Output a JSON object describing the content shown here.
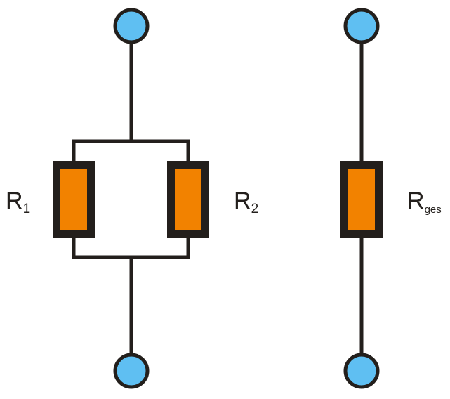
{
  "diagram": {
    "type": "resistor-circuit",
    "colors": {
      "wire": "#231f1c",
      "terminal_fill": "#5fbff2",
      "resistor_body": "#f28200"
    },
    "parallel_circuit": {
      "resistors": [
        {
          "id": "R1",
          "label_main": "R",
          "label_sub": "1"
        },
        {
          "id": "R2",
          "label_main": "R",
          "label_sub": "2"
        }
      ],
      "terminals": [
        "top",
        "bottom"
      ]
    },
    "equivalent_circuit": {
      "resistor": {
        "id": "Rges",
        "label_main": "R",
        "label_sub": "ges"
      },
      "terminals": [
        "top",
        "bottom"
      ]
    }
  }
}
